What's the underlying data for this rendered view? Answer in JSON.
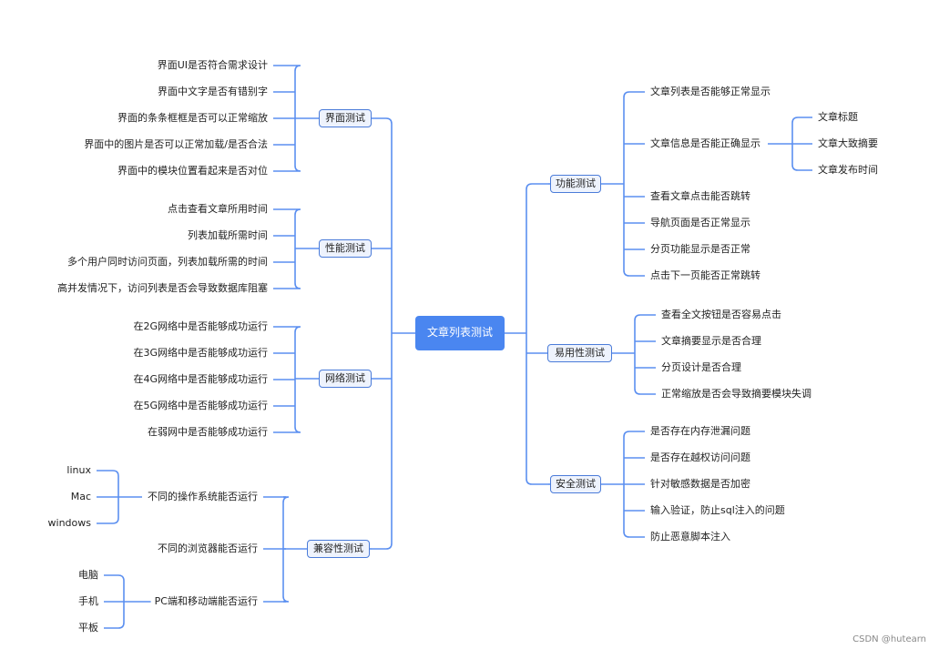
{
  "root": "文章列表测试",
  "left": [
    {
      "label": "界面测试",
      "items": [
        {
          "label": "界面UI是否符合需求设计"
        },
        {
          "label": "界面中文字是否有错别字"
        },
        {
          "label": "界面的条条框框是否可以正常缩放"
        },
        {
          "label": "界面中的图片是否可以正常加载/是否合法"
        },
        {
          "label": "界面中的模块位置看起来是否对位"
        }
      ]
    },
    {
      "label": "性能测试",
      "items": [
        {
          "label": "点击查看文章所用时间"
        },
        {
          "label": "列表加载所需时间"
        },
        {
          "label": "多个用户同时访问页面，列表加载所需的时间"
        },
        {
          "label": "高并发情况下，访问列表是否会导致数据库阻塞"
        }
      ]
    },
    {
      "label": "网络测试",
      "items": [
        {
          "label": "在2G网络中是否能够成功运行"
        },
        {
          "label": "在3G网络中是否能够成功运行"
        },
        {
          "label": "在4G网络中是否能够成功运行"
        },
        {
          "label": "在5G网络中是否能够成功运行"
        },
        {
          "label": "在弱网中是否能够成功运行"
        }
      ]
    },
    {
      "label": "兼容性测试",
      "items": [
        {
          "label": "不同的操作系统能否运行",
          "children": [
            "linux",
            "Mac",
            "windows"
          ]
        },
        {
          "label": "不同的浏览器能否运行"
        },
        {
          "label": "PC端和移动端能否运行",
          "children": [
            "电脑",
            "手机",
            "平板"
          ]
        }
      ]
    }
  ],
  "right": [
    {
      "label": "功能测试",
      "items": [
        {
          "label": "文章列表是否能够正常显示"
        },
        {
          "label": "文章信息是否能正确显示",
          "children": [
            "文章标题",
            "文章大致摘要",
            "文章发布时间"
          ]
        },
        {
          "label": "查看文章点击能否跳转"
        },
        {
          "label": "导航页面是否正常显示"
        },
        {
          "label": "分页功能显示是否正常"
        },
        {
          "label": "点击下一页能否正常跳转"
        }
      ]
    },
    {
      "label": "易用性测试",
      "items": [
        {
          "label": "查看全文按钮是否容易点击"
        },
        {
          "label": "文章摘要显示是否合理"
        },
        {
          "label": "分页设计是否合理"
        },
        {
          "label": "正常缩放是否会导致摘要模块失调"
        }
      ]
    },
    {
      "label": "安全测试",
      "items": [
        {
          "label": "是否存在内存泄漏问题"
        },
        {
          "label": "是否存在越权访问问题"
        },
        {
          "label": "针对敏感数据是否加密"
        },
        {
          "label": "输入验证，防止sql注入的问题"
        },
        {
          "label": "防止恶意脚本注入"
        }
      ]
    }
  ],
  "watermark": "CSDN @hutearn"
}
